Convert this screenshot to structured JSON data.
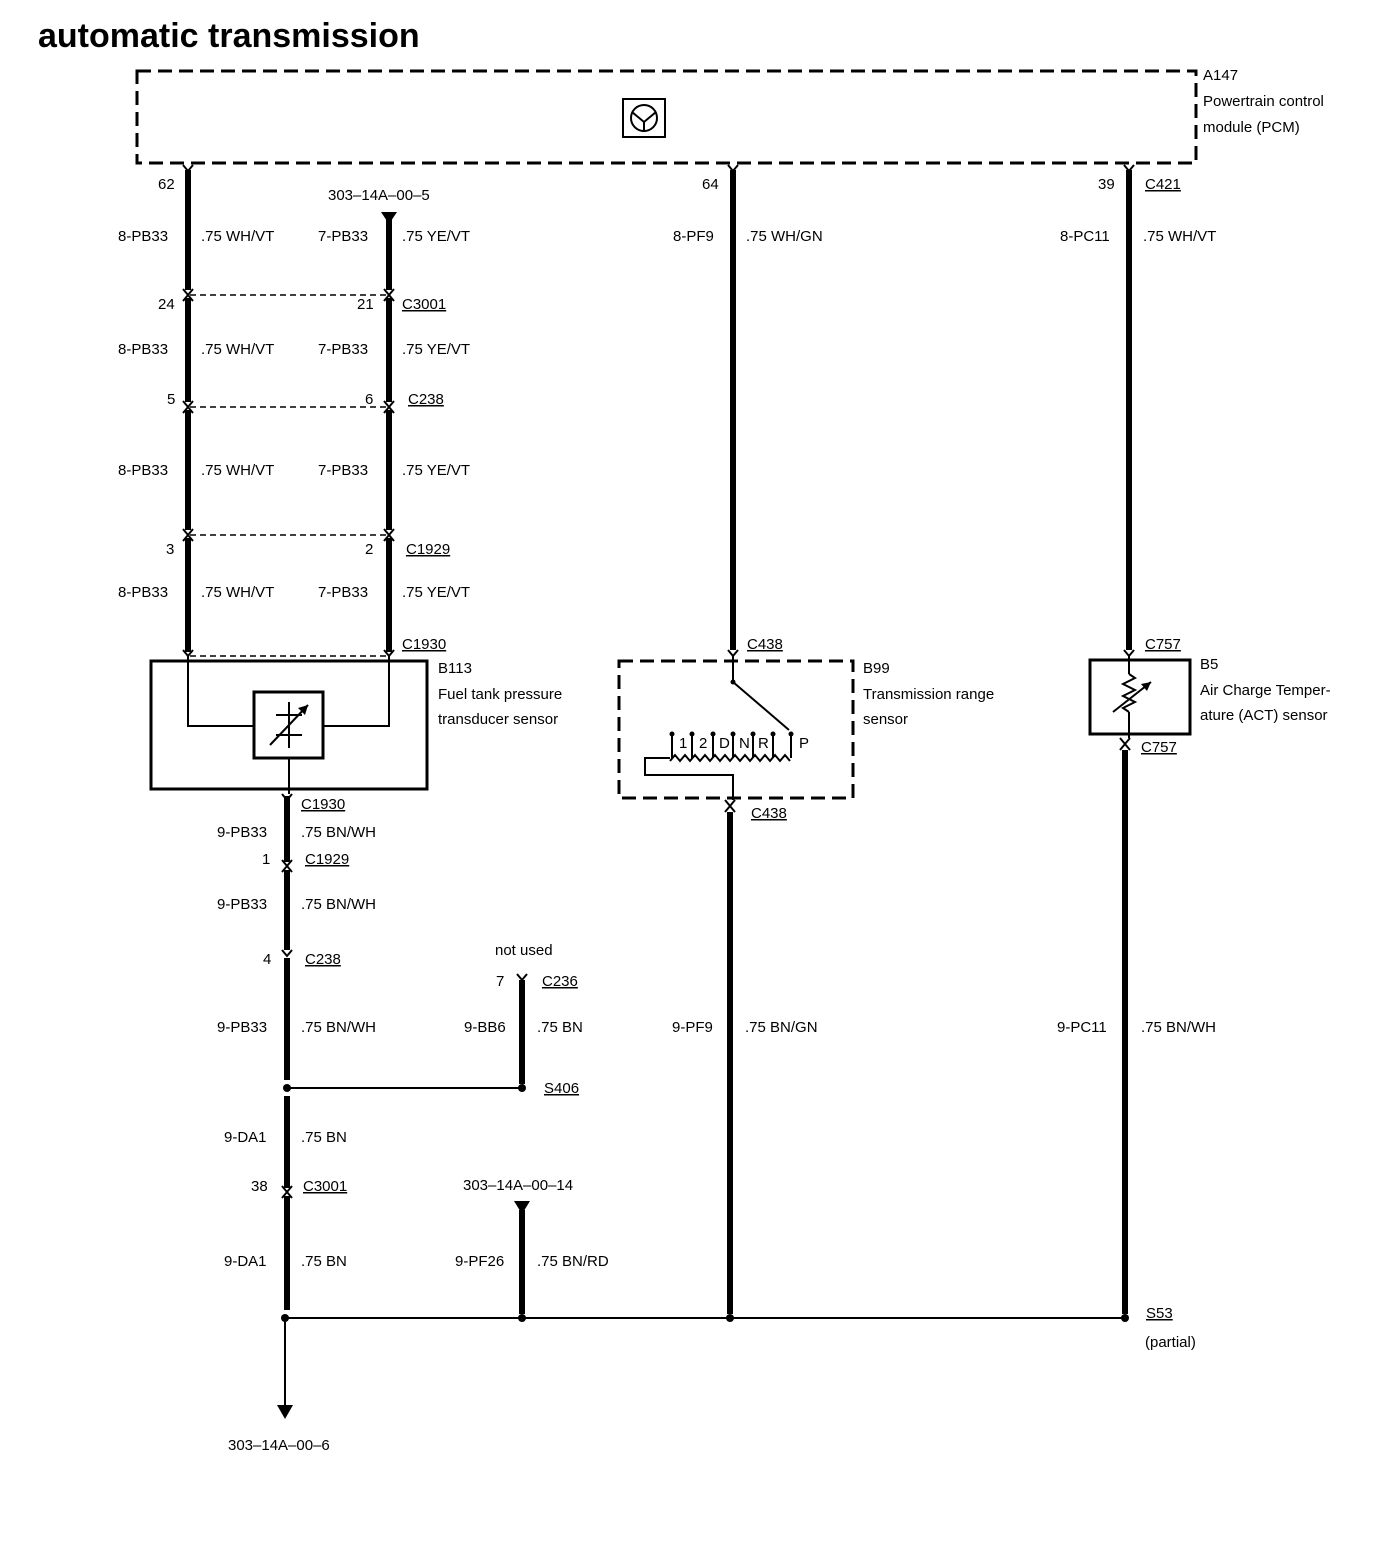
{
  "title": "automatic transmission",
  "pcm": {
    "id": "A147",
    "name_line1": "Powertrain control",
    "name_line2": "module (PCM)",
    "connector": "C421"
  },
  "refs": {
    "top": "303–14A–00–5",
    "mid": "303–14A–00–14",
    "bottom": "303–14A–00–6"
  },
  "pins": {
    "p62": "62",
    "p64": "64",
    "p39": "39",
    "p24": "24",
    "p21": "21",
    "p5": "5",
    "p6": "6",
    "p3": "3",
    "p2": "2",
    "p1": "1",
    "p4": "4",
    "p7": "7",
    "p38": "38"
  },
  "circuits": {
    "pb33_8": "8-PB33",
    "pb33_7": "7-PB33",
    "pf9_8": "8-PF9",
    "pc11_8": "8-PC11",
    "pb33_9": "9-PB33",
    "bb6_9": "9-BB6",
    "da1_9": "9-DA1",
    "pf26_9": "9-PF26",
    "pf9_9": "9-PF9",
    "pc11_9": "9-PC11"
  },
  "wires": {
    "wh_vt": ".75 WH/VT",
    "ye_vt": ".75 YE/VT",
    "wh_gn": ".75 WH/GN",
    "bn_wh": ".75 BN/WH",
    "bn": ".75 BN",
    "bn_rd": ".75 BN/RD",
    "bn_gn": ".75 BN/GN"
  },
  "connectors": {
    "c3001": "C3001",
    "c238": "C238",
    "c1929": "C1929",
    "c1930": "C1930",
    "c438": "C438",
    "c757": "C757",
    "c236": "C236",
    "s406": "S406",
    "s53": "S53"
  },
  "components": {
    "b113_id": "B113",
    "b113_l1": "Fuel tank pressure",
    "b113_l2": "transducer sensor",
    "b99_id": "B99",
    "b99_l1": "Transmission range",
    "b99_l2": "sensor",
    "b5_id": "B5",
    "b5_l1": "Air Charge Temper-",
    "b5_l2": "ature (ACT) sensor"
  },
  "range_positions": [
    "1",
    "2",
    "D",
    "N",
    "R",
    "P"
  ],
  "not_used": "not used",
  "partial": "(partial)"
}
